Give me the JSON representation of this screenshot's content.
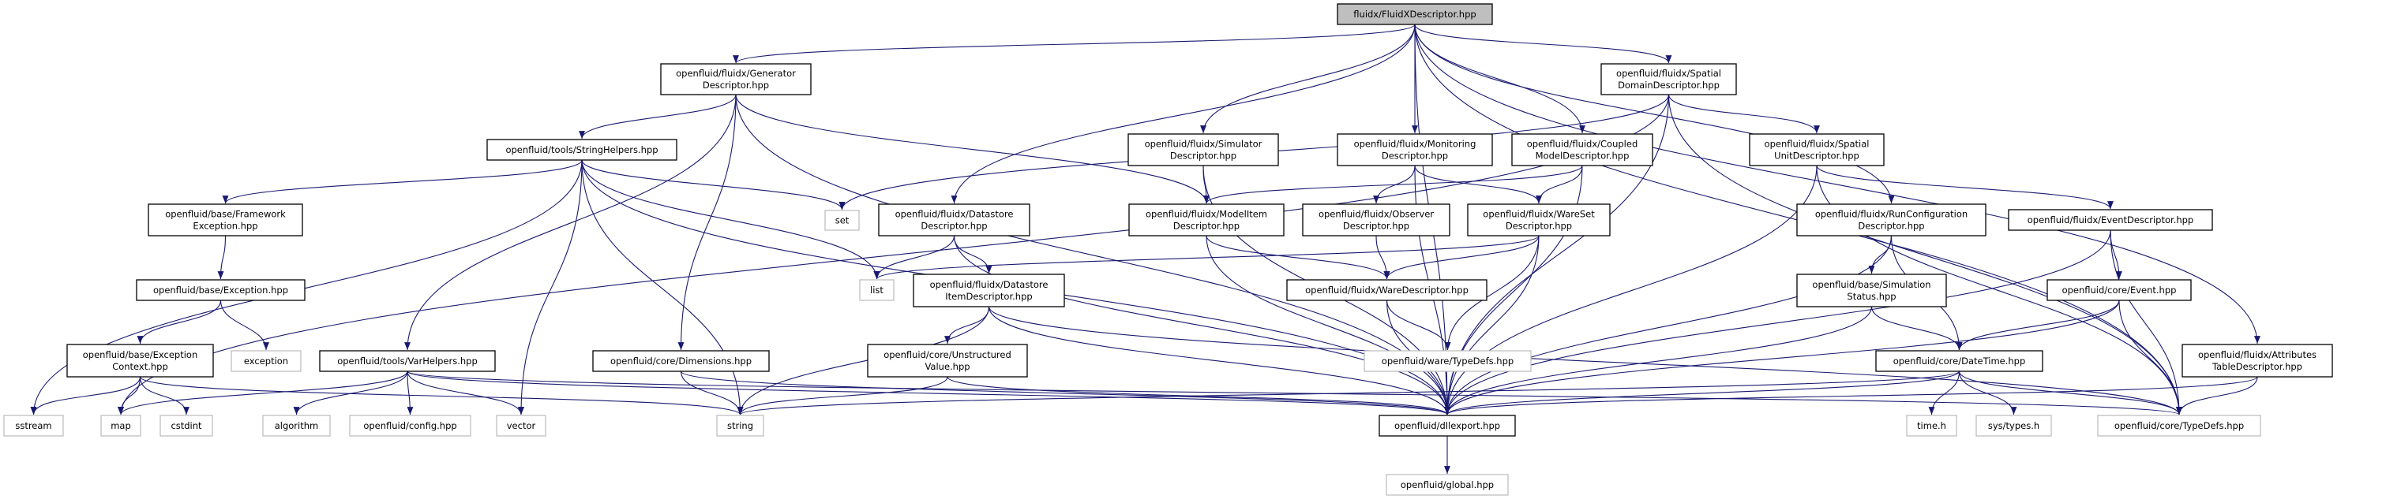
{
  "colors": {
    "edge": "#191970",
    "root_fill": "#bfbfbf",
    "node_border": "#000000",
    "external_border": "#bfbfbf",
    "background": "#ffffff"
  },
  "nodes": [
    {
      "id": "root",
      "kind": "root",
      "lines": [
        "fluidx/FluidXDescriptor.hpp"
      ]
    },
    {
      "id": "generator",
      "kind": "internal",
      "lines": [
        "openfluid/fluidx/Generator",
        "Descriptor.hpp"
      ]
    },
    {
      "id": "stringhelpers",
      "kind": "internal",
      "lines": [
        "openfluid/tools/StringHelpers.hpp"
      ]
    },
    {
      "id": "frameworkexc",
      "kind": "internal",
      "lines": [
        "openfluid/base/Framework",
        "Exception.hpp"
      ]
    },
    {
      "id": "exception_hpp",
      "kind": "internal",
      "lines": [
        "openfluid/base/Exception.hpp"
      ]
    },
    {
      "id": "exccontext",
      "kind": "internal",
      "lines": [
        "openfluid/base/Exception",
        "Context.hpp"
      ]
    },
    {
      "id": "exception",
      "kind": "external",
      "lines": [
        "exception"
      ]
    },
    {
      "id": "varhelpers",
      "kind": "internal",
      "lines": [
        "openfluid/tools/VarHelpers.hpp"
      ]
    },
    {
      "id": "dimensions",
      "kind": "internal",
      "lines": [
        "openfluid/core/Dimensions.hpp"
      ]
    },
    {
      "id": "sstream",
      "kind": "external",
      "lines": [
        "sstream"
      ]
    },
    {
      "id": "map",
      "kind": "external",
      "lines": [
        "map"
      ]
    },
    {
      "id": "cstdint",
      "kind": "external",
      "lines": [
        "cstdint"
      ]
    },
    {
      "id": "algorithm",
      "kind": "external",
      "lines": [
        "algorithm"
      ]
    },
    {
      "id": "config",
      "kind": "external",
      "lines": [
        "openfluid/config.hpp"
      ]
    },
    {
      "id": "vector",
      "kind": "external",
      "lines": [
        "vector"
      ]
    },
    {
      "id": "string",
      "kind": "external",
      "lines": [
        "string"
      ]
    },
    {
      "id": "set",
      "kind": "external",
      "lines": [
        "set"
      ]
    },
    {
      "id": "datastore",
      "kind": "internal",
      "lines": [
        "openfluid/fluidx/Datastore",
        "Descriptor.hpp"
      ]
    },
    {
      "id": "list",
      "kind": "external",
      "lines": [
        "list"
      ]
    },
    {
      "id": "datastoreitem",
      "kind": "internal",
      "lines": [
        "openfluid/fluidx/Datastore",
        "ItemDescriptor.hpp"
      ]
    },
    {
      "id": "unstructured",
      "kind": "internal",
      "lines": [
        "openfluid/core/Unstructured",
        "Value.hpp"
      ]
    },
    {
      "id": "simulator",
      "kind": "internal",
      "lines": [
        "openfluid/fluidx/Simulator",
        "Descriptor.hpp"
      ]
    },
    {
      "id": "monitoring",
      "kind": "internal",
      "lines": [
        "openfluid/fluidx/Monitoring",
        "Descriptor.hpp"
      ]
    },
    {
      "id": "coupled",
      "kind": "internal",
      "lines": [
        "openfluid/fluidx/Coupled",
        "ModelDescriptor.hpp"
      ]
    },
    {
      "id": "modelitem",
      "kind": "internal",
      "lines": [
        "openfluid/fluidx/ModelItem",
        "Descriptor.hpp"
      ]
    },
    {
      "id": "observer",
      "kind": "internal",
      "lines": [
        "openfluid/fluidx/Observer",
        "Descriptor.hpp"
      ]
    },
    {
      "id": "wareset",
      "kind": "internal",
      "lines": [
        "openfluid/fluidx/WareSet",
        "Descriptor.hpp"
      ]
    },
    {
      "id": "waredesc",
      "kind": "internal",
      "lines": [
        "openfluid/fluidx/WareDescriptor.hpp"
      ]
    },
    {
      "id": "waretypedefs",
      "kind": "external",
      "lines": [
        "openfluid/ware/TypeDefs.hpp"
      ]
    },
    {
      "id": "dllexport",
      "kind": "internal",
      "lines": [
        "openfluid/dllexport.hpp"
      ]
    },
    {
      "id": "global",
      "kind": "external",
      "lines": [
        "openfluid/global.hpp"
      ]
    },
    {
      "id": "spatialdomain",
      "kind": "internal",
      "lines": [
        "openfluid/fluidx/Spatial",
        "DomainDescriptor.hpp"
      ]
    },
    {
      "id": "spatialunit",
      "kind": "internal",
      "lines": [
        "openfluid/fluidx/Spatial",
        "UnitDescriptor.hpp"
      ]
    },
    {
      "id": "runconfig",
      "kind": "internal",
      "lines": [
        "openfluid/fluidx/RunConfiguration",
        "Descriptor.hpp"
      ]
    },
    {
      "id": "eventdesc",
      "kind": "internal",
      "lines": [
        "openfluid/fluidx/EventDescriptor.hpp"
      ]
    },
    {
      "id": "simstatus",
      "kind": "internal",
      "lines": [
        "openfluid/base/Simulation",
        "Status.hpp"
      ]
    },
    {
      "id": "event",
      "kind": "internal",
      "lines": [
        "openfluid/core/Event.hpp"
      ]
    },
    {
      "id": "datetime",
      "kind": "internal",
      "lines": [
        "openfluid/core/DateTime.hpp"
      ]
    },
    {
      "id": "attributes",
      "kind": "internal",
      "lines": [
        "openfluid/fluidx/Attributes",
        "TableDescriptor.hpp"
      ]
    },
    {
      "id": "timeh",
      "kind": "external",
      "lines": [
        "time.h"
      ]
    },
    {
      "id": "systypes",
      "kind": "external",
      "lines": [
        "sys/types.h"
      ]
    },
    {
      "id": "coretypedefs",
      "kind": "external",
      "lines": [
        "openfluid/core/TypeDefs.hpp"
      ]
    }
  ],
  "edges": [
    [
      "root",
      "generator"
    ],
    [
      "root",
      "spatialdomain"
    ],
    [
      "root",
      "simulator"
    ],
    [
      "root",
      "monitoring"
    ],
    [
      "root",
      "coupled"
    ],
    [
      "root",
      "datastore"
    ],
    [
      "root",
      "dllexport"
    ],
    [
      "root",
      "runconfig"
    ],
    [
      "root",
      "attributes"
    ],
    [
      "root",
      "coretypedefs"
    ],
    [
      "generator",
      "stringhelpers"
    ],
    [
      "generator",
      "varhelpers"
    ],
    [
      "generator",
      "dimensions"
    ],
    [
      "generator",
      "dllexport"
    ],
    [
      "generator",
      "modelitem"
    ],
    [
      "stringhelpers",
      "frameworkexc"
    ],
    [
      "stringhelpers",
      "set"
    ],
    [
      "stringhelpers",
      "list"
    ],
    [
      "stringhelpers",
      "vector"
    ],
    [
      "stringhelpers",
      "string"
    ],
    [
      "stringhelpers",
      "dllexport"
    ],
    [
      "stringhelpers",
      "sstream"
    ],
    [
      "frameworkexc",
      "exception_hpp"
    ],
    [
      "exception_hpp",
      "exccontext"
    ],
    [
      "exception_hpp",
      "exception"
    ],
    [
      "exccontext",
      "sstream"
    ],
    [
      "exccontext",
      "map"
    ],
    [
      "exccontext",
      "cstdint"
    ],
    [
      "exccontext",
      "string"
    ],
    [
      "varhelpers",
      "map"
    ],
    [
      "varhelpers",
      "algorithm"
    ],
    [
      "varhelpers",
      "config"
    ],
    [
      "varhelpers",
      "vector"
    ],
    [
      "varhelpers",
      "dllexport"
    ],
    [
      "varhelpers",
      "coretypedefs"
    ],
    [
      "dimensions",
      "string"
    ],
    [
      "dimensions",
      "dllexport"
    ],
    [
      "spatialdomain",
      "map"
    ],
    [
      "spatialdomain",
      "set"
    ],
    [
      "spatialdomain",
      "spatialunit"
    ],
    [
      "spatialdomain",
      "dllexport"
    ],
    [
      "spatialdomain",
      "coretypedefs"
    ],
    [
      "simulator",
      "modelitem"
    ],
    [
      "simulator",
      "dllexport"
    ],
    [
      "monitoring",
      "observer"
    ],
    [
      "monitoring",
      "wareset"
    ],
    [
      "monitoring",
      "dllexport"
    ],
    [
      "coupled",
      "modelitem"
    ],
    [
      "coupled",
      "wareset"
    ],
    [
      "coupled",
      "dllexport"
    ],
    [
      "datastore",
      "list"
    ],
    [
      "datastore",
      "datastoreitem"
    ],
    [
      "datastore",
      "dllexport"
    ],
    [
      "datastoreitem",
      "string"
    ],
    [
      "datastoreitem",
      "unstructured"
    ],
    [
      "datastoreitem",
      "dllexport"
    ],
    [
      "datastoreitem",
      "coretypedefs"
    ],
    [
      "unstructured",
      "string"
    ],
    [
      "unstructured",
      "dllexport"
    ],
    [
      "modelitem",
      "waredesc"
    ],
    [
      "modelitem",
      "dllexport"
    ],
    [
      "observer",
      "waredesc"
    ],
    [
      "wareset",
      "list"
    ],
    [
      "wareset",
      "waretypedefs"
    ],
    [
      "wareset",
      "dllexport"
    ],
    [
      "wareset",
      "waredesc"
    ],
    [
      "waredesc",
      "waretypedefs"
    ],
    [
      "waredesc",
      "dllexport"
    ],
    [
      "dllexport",
      "global"
    ],
    [
      "spatialunit",
      "eventdesc"
    ],
    [
      "spatialunit",
      "dllexport"
    ],
    [
      "spatialunit",
      "coretypedefs"
    ],
    [
      "runconfig",
      "simstatus"
    ],
    [
      "runconfig",
      "datetime"
    ],
    [
      "runconfig",
      "dllexport"
    ],
    [
      "simstatus",
      "datetime"
    ],
    [
      "simstatus",
      "dllexport"
    ],
    [
      "eventdesc",
      "event"
    ],
    [
      "eventdesc",
      "dllexport"
    ],
    [
      "eventdesc",
      "coretypedefs"
    ],
    [
      "event",
      "datetime"
    ],
    [
      "event",
      "dllexport"
    ],
    [
      "event",
      "coretypedefs"
    ],
    [
      "datetime",
      "timeh"
    ],
    [
      "datetime",
      "systypes"
    ],
    [
      "datetime",
      "coretypedefs"
    ],
    [
      "datetime",
      "dllexport"
    ],
    [
      "datetime",
      "string"
    ],
    [
      "attributes",
      "coretypedefs"
    ],
    [
      "attributes",
      "dllexport"
    ]
  ]
}
